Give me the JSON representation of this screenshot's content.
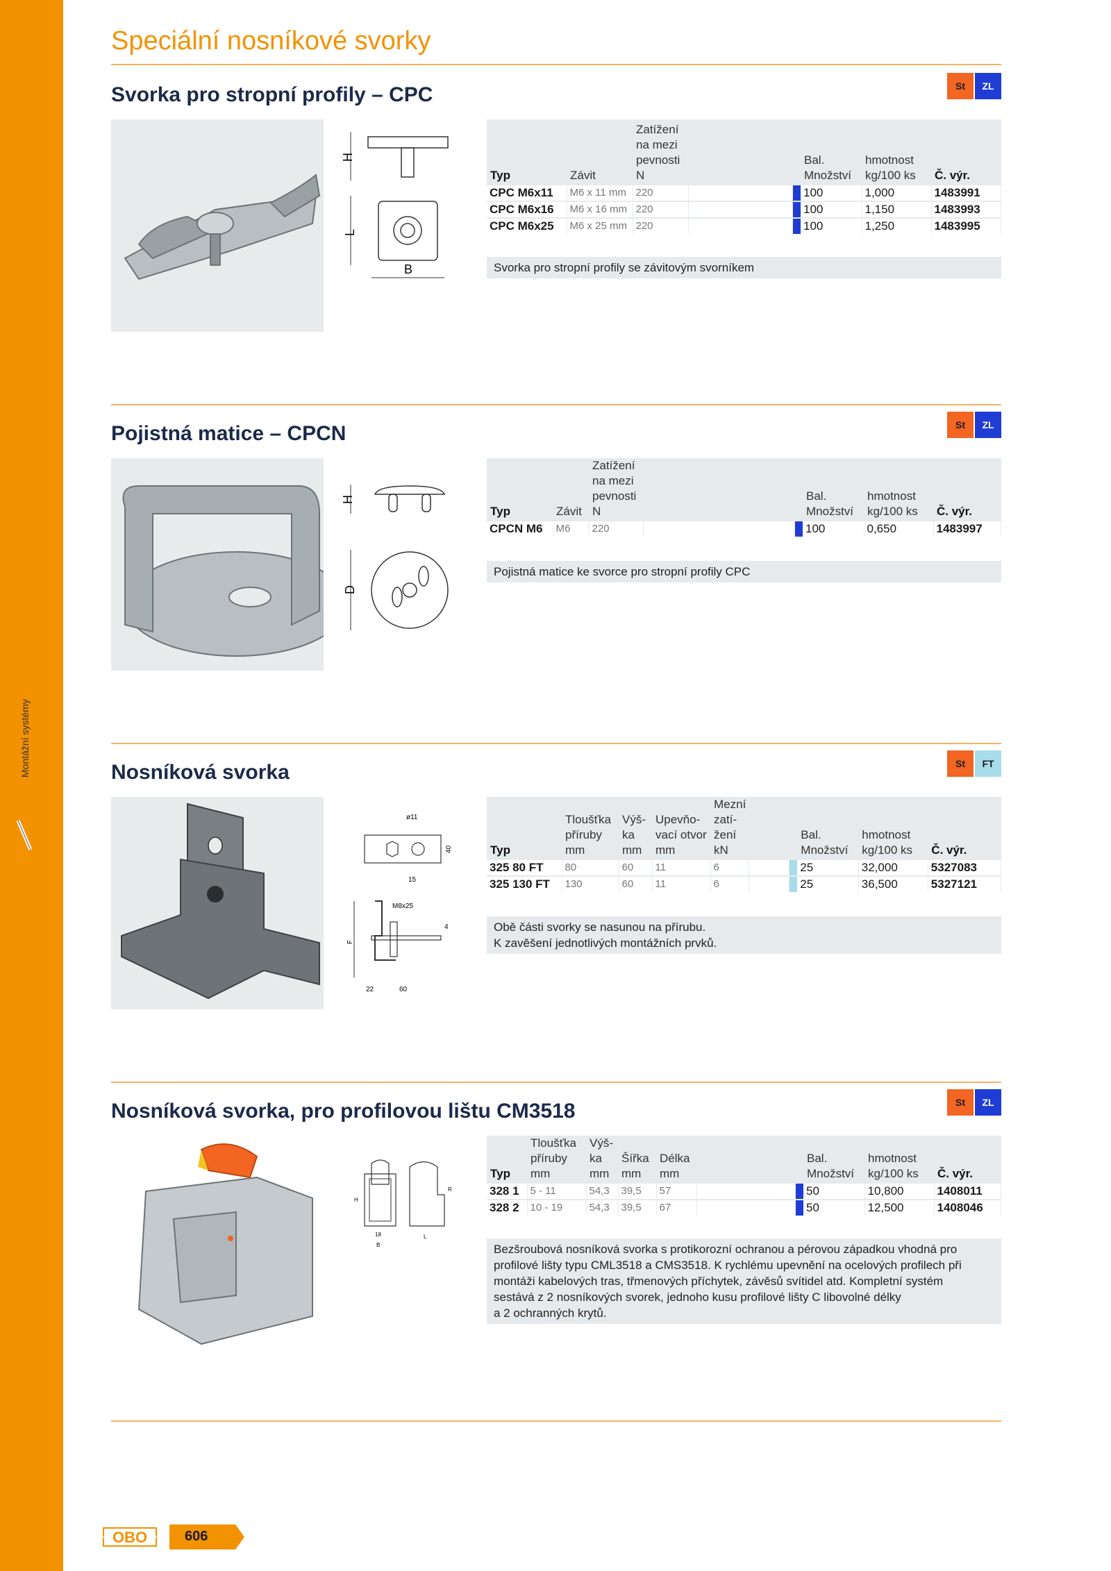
{
  "sidebar_label": "Montážní systémy",
  "page_title": "Speciální nosníkové svorky",
  "page_number": "606",
  "logo_text": "OBO",
  "colors": {
    "accent": "#f39200",
    "st": "#f26522",
    "zl": "#1f3dd4",
    "ft": "#a9dcea"
  },
  "sections": [
    {
      "title": "Svorka pro stropní profily – CPC",
      "badges": [
        "St",
        "ZL"
      ],
      "drawing_labels": [
        "H",
        "L",
        "B"
      ],
      "headers": [
        "Typ",
        "Závit",
        "Zatížení na mezi pevnosti N",
        "",
        "Bal. Množství",
        "hmotnost kg/100 ks",
        "Č. výr."
      ],
      "rows": [
        [
          "CPC M6x11",
          "M6 x 11 mm",
          "220",
          "",
          "100",
          "1,000",
          "1483991"
        ],
        [
          "CPC M6x16",
          "M6 x 16 mm",
          "220",
          "",
          "100",
          "1,150",
          "1483993"
        ],
        [
          "CPC M6x25",
          "M6 x 25 mm",
          "220",
          "",
          "100",
          "1,250",
          "1483995"
        ]
      ],
      "description": [
        "Svorka pro stropní profily se závitovým svorníkem"
      ]
    },
    {
      "title": "Pojistná matice – CPCN",
      "badges": [
        "St",
        "ZL"
      ],
      "drawing_labels": [
        "H",
        "D"
      ],
      "headers": [
        "Typ",
        "Závit",
        "Zatížení na mezi pevnosti N",
        "",
        "Bal. Množství",
        "hmotnost kg/100 ks",
        "Č. výr."
      ],
      "rows": [
        [
          "CPCN M6",
          "M6",
          "220",
          "",
          "100",
          "0,650",
          "1483997"
        ]
      ],
      "description": [
        "Pojistná matice ke svorce pro stropní profily CPC"
      ]
    },
    {
      "title": "Nosníková svorka",
      "badges": [
        "St",
        "FT"
      ],
      "drawing_labels": [
        "ø11",
        "40",
        "15",
        "M8x25",
        "4",
        "F",
        "22",
        "60"
      ],
      "headers": [
        "Typ",
        "Tloušťka příruby mm",
        "Výš- ka mm",
        "Upevňo- vací otvor mm",
        "Mezní zatí- žení kN",
        "",
        "Bal. Množství",
        "hmotnost kg/100 ks",
        "Č. výr."
      ],
      "rows": [
        [
          "325 80 FT",
          "80",
          "60",
          "11",
          "6",
          "",
          "25",
          "32,000",
          "5327083"
        ],
        [
          "325 130 FT",
          "130",
          "60",
          "11",
          "6",
          "",
          "25",
          "36,500",
          "5327121"
        ]
      ],
      "description": [
        "Obě části svorky se nasunou na přírubu.",
        "K zavěšení jednotlivých montážních prvků."
      ]
    },
    {
      "title": "Nosníková svorka, pro profilovou lištu CM3518",
      "badges": [
        "St",
        "ZL"
      ],
      "drawing_labels": [
        "H",
        "18",
        "B",
        "L",
        "R"
      ],
      "headers": [
        "Typ",
        "Tloušťka příruby mm",
        "Výš- ka mm",
        "Šířka mm",
        "Délka mm",
        "",
        "Bal. Množství",
        "hmotnost kg/100 ks",
        "Č. výr."
      ],
      "rows": [
        [
          "328 1",
          "5 - 11",
          "54,3",
          "39,5",
          "57",
          "",
          "50",
          "10,800",
          "1408011"
        ],
        [
          "328 2",
          "10 - 19",
          "54,3",
          "39,5",
          "67",
          "",
          "50",
          "12,500",
          "1408046"
        ]
      ],
      "description": [
        "Bezšroubová nosníková svorka s protikorozní ochranou a pérovou západkou vhodná pro",
        "profilové lišty typu CML3518 a CMS3518. K rychlému upevnění na ocelových profilech při",
        "montáži kabelových tras, třmenových příchytek, závěsů svítidel atd. Kompletní systém",
        "sestává z 2 nosníkových svorek, jednoho kusu profilové lišty C libovolné délky",
        "a 2 ochranných krytů."
      ]
    }
  ]
}
